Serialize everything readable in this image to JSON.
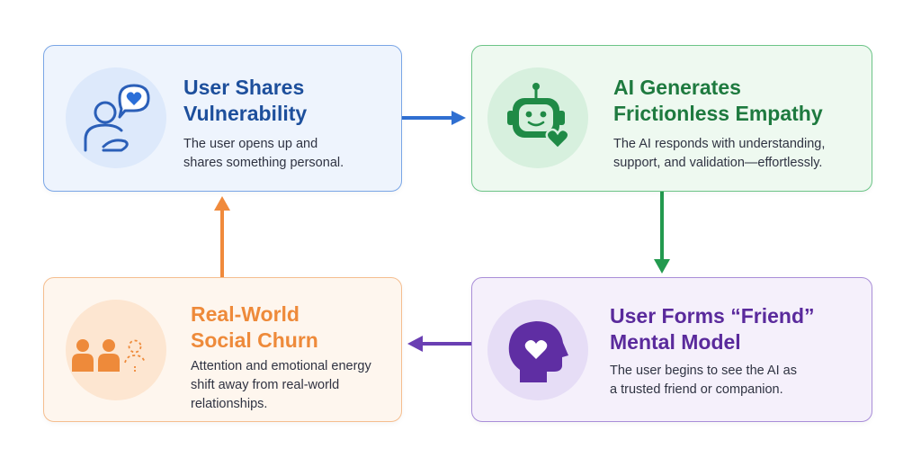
{
  "steps": [
    {
      "title_lines": [
        "User Shares",
        "Vulnerability"
      ],
      "desc_lines": [
        "The user opens up and",
        "shares something personal."
      ],
      "icon": "person-speech-heart-icon",
      "color": "#1d4f9c"
    },
    {
      "title_lines": [
        "AI Generates",
        "Frictionless Empathy"
      ],
      "desc_lines": [
        "The AI responds with understanding,",
        "support, and validation—effortlessly."
      ],
      "icon": "robot-heart-icon",
      "color": "#1e7a3f"
    },
    {
      "title_lines": [
        "User Forms “Friend”",
        "Mental Model"
      ],
      "desc_lines": [
        "The user begins to see the AI as",
        "a trusted friend or companion."
      ],
      "icon": "head-heart-icon",
      "color": "#5a2a9c"
    },
    {
      "title_lines": [
        "Real-World",
        "Social Churn"
      ],
      "desc_lines": [
        "Attention and emotional energy",
        "shift away from real-world",
        "relationships."
      ],
      "icon": "people-fading-icon",
      "color": "#ee8a3a"
    }
  ],
  "arrow_colors": {
    "step1_to_step2": "#2f6fd1",
    "step2_to_step3": "#239a4f",
    "step3_to_step4": "#6a3fb3",
    "step4_to_step1": "#f08a3c"
  }
}
